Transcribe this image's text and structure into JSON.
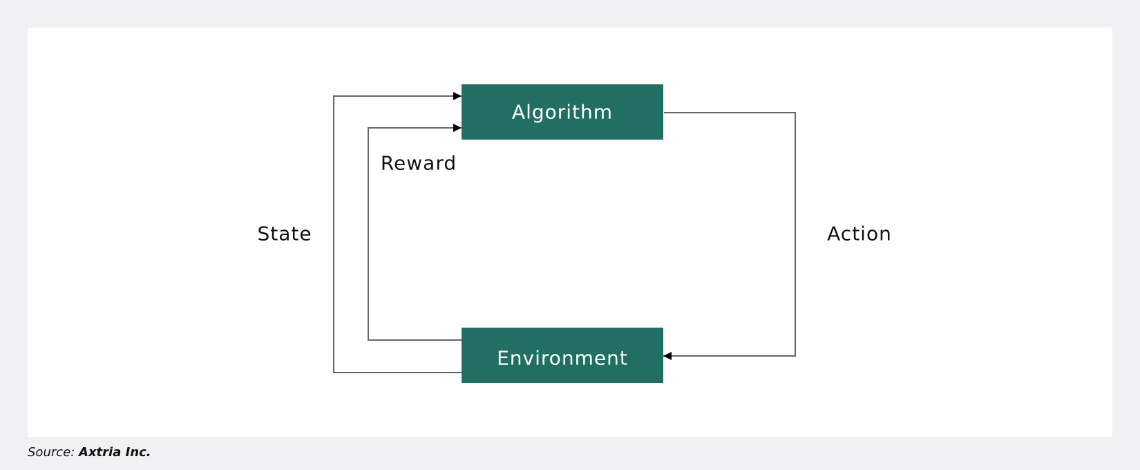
{
  "diagram": {
    "nodes": {
      "algorithm": "Algorithm",
      "environment": "Environment"
    },
    "edge_labels": {
      "state": "State",
      "reward": "Reward",
      "action": "Action"
    },
    "node_color": "#216f63",
    "edge_color": "#666666"
  },
  "source": {
    "label": "Source",
    "value": "Axtria Inc."
  }
}
